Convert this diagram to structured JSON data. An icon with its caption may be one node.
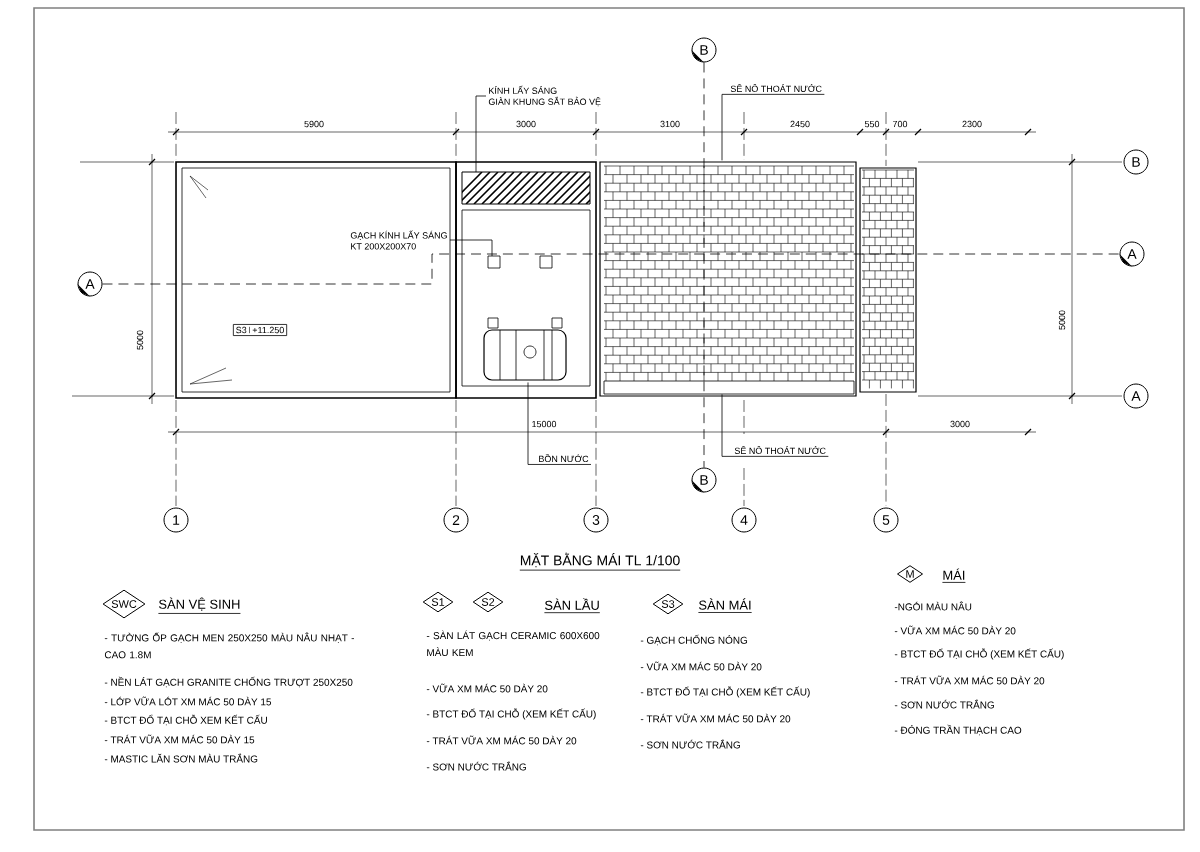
{
  "diagram": {
    "title": "MẶT BẰNG MÁI TL 1/100",
    "nodes": [
      {
        "text": [
          "B"
        ]
      },
      {
        "text": [
          "KÍNH LẤY SÁNG",
          "GIÀN KHUNG SẮT BẢO VỆ"
        ]
      },
      {
        "text": [
          "SÊ NÔ THOÁT NƯỚC"
        ]
      },
      {
        "text": [
          "B"
        ]
      },
      {
        "text": [
          "GẠCH KÍNH LẤY SÁNG",
          "KT 200X200X70"
        ]
      },
      {
        "text": [
          "A"
        ]
      },
      {
        "text": [
          "A"
        ]
      },
      {
        "text": [
          "S3",
          "+11.250"
        ]
      },
      {
        "text": [
          "A"
        ]
      },
      {
        "text": [
          "BỒN NƯỚC"
        ]
      },
      {
        "text": [
          "SÊ NÔ THOÁT NƯỚC"
        ]
      },
      {
        "text": [
          "B"
        ]
      },
      {
        "text": [
          "1"
        ]
      },
      {
        "text": [
          "2"
        ]
      },
      {
        "text": [
          "3"
        ]
      },
      {
        "text": [
          "4"
        ]
      },
      {
        "text": [
          "5"
        ]
      },
      {
        "text": [
          "M"
        ]
      },
      {
        "text": [
          "SWC"
        ]
      },
      {
        "text": [
          "S1"
        ]
      },
      {
        "text": [
          "S2"
        ]
      },
      {
        "text": [
          "S3"
        ]
      }
    ],
    "edges": [
      {
        "from": 1,
        "to": null,
        "arrow": "none"
      },
      {
        "from": 2,
        "to": null,
        "arrow": "none"
      },
      {
        "from": 4,
        "to": null,
        "arrow": "none"
      },
      {
        "from": 9,
        "to": null,
        "arrow": "none"
      },
      {
        "from": 10,
        "to": null,
        "arrow": "none"
      },
      {
        "from": 5,
        "to": 6,
        "arrow": "none",
        "style": "dashed"
      },
      {
        "from": 0,
        "to": 11,
        "arrow": "none",
        "style": "dashed"
      }
    ],
    "labels": [
      "5900",
      "3000",
      "3100",
      "2450",
      "550",
      "700",
      "2300",
      "5000",
      "5000",
      "15000",
      "3000",
      "MÁI",
      "-NGÓI MÀU NÂU",
      "- VỮA XM MÁC 50 DÀY 20",
      "- BTCT ĐỔ TẠI CHỖ (XEM KẾT CẤU)",
      "- TRÁT VỮA XM MÁC 50 DÀY 20",
      "- SƠN NƯỚC TRẮNG",
      "- ĐÓNG TRẦN THẠCH CAO",
      "SÀN VỆ SINH",
      "- TƯỜNG ỐP GẠCH MEN 250X250 MÀU NÂU NHẠT - CAO 1.8M",
      "- NỀN LÁT GẠCH GRANITE CHỐNG TRƯỢT 250X250",
      "- LỚP VỮA LÓT XM MÁC 50 DÀY 15",
      "- BTCT ĐỔ TẠI CHỖ XEM KẾT CẤU",
      "- TRÁT VỮA XM MÁC 50 DÀY 15",
      "- MASTIC LĂN SƠN MÀU TRẮNG",
      "SÀN LẦU",
      "- SÀN LÁT GẠCH CERAMIC 600X600 MÀU KEM",
      "- VỮA XM MÁC 50 DÀY 20",
      "- BTCT ĐỔ TẠI CHỖ (XEM KẾT CẤU)",
      "- TRÁT VỮA XM MÁC 50 DÀY 20",
      "- SƠN NƯỚC TRẮNG",
      "SÀN MÁI",
      "- GẠCH CHỐNG NÓNG",
      "- VỮA XM MÁC 50 DÀY 20",
      "- BTCT ĐỔ TẠI CHỖ (XEM KẾT CẤU)",
      "- TRÁT VỮA XM MÁC 50 DÀY 20",
      "- SƠN NƯỚC TRẮNG"
    ]
  }
}
